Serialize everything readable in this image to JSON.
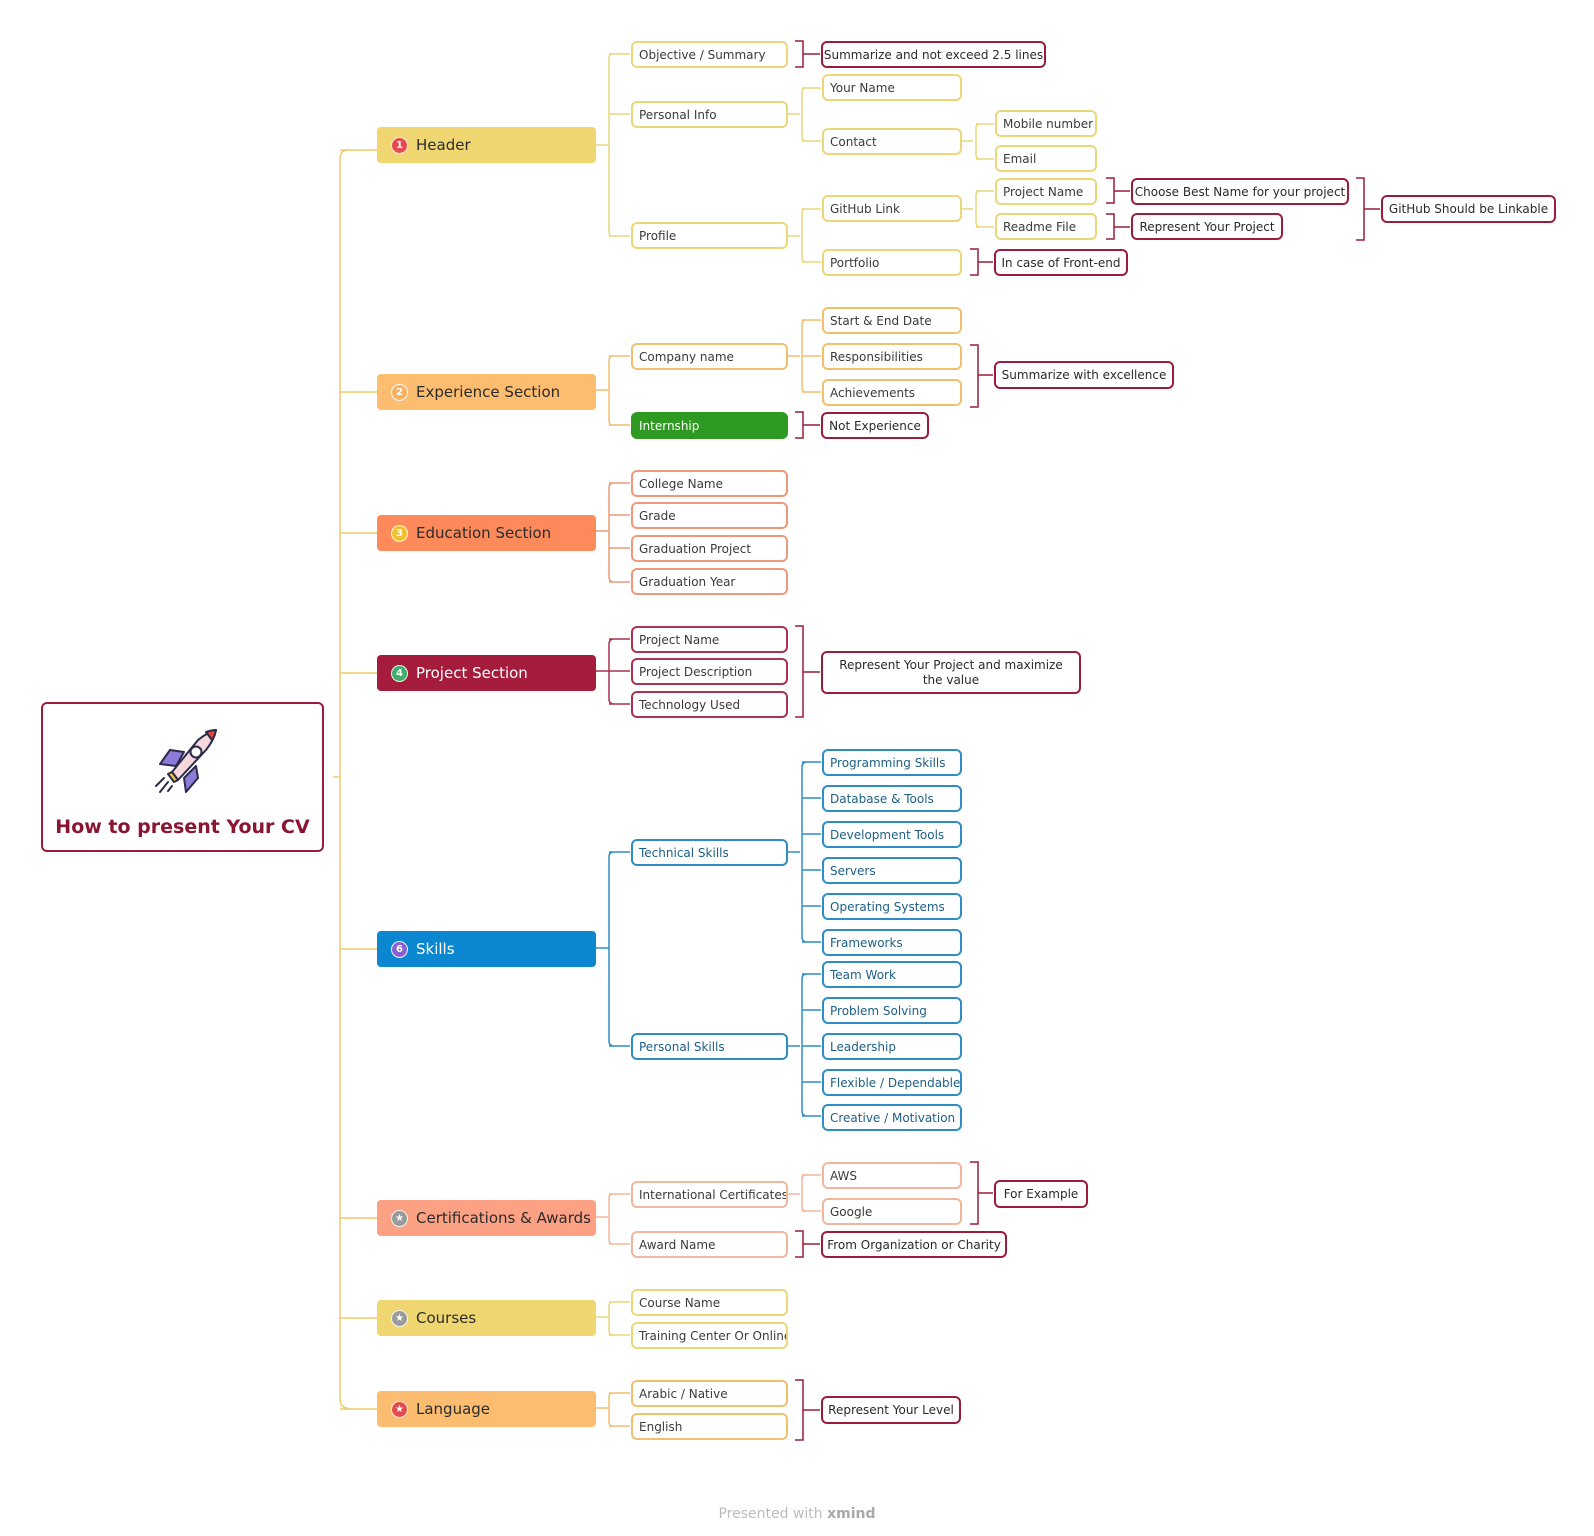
{
  "root": {
    "title": "How to present Your CV",
    "icon": "rocket-icon"
  },
  "branches": {
    "header": {
      "label": "Header",
      "badge": "1",
      "color": "#f0d671"
    },
    "experience": {
      "label": "Experience Section",
      "badge": "2",
      "color": "#fdbd70"
    },
    "education": {
      "label": "Education Section",
      "badge": "3",
      "color": "#fd8a5a"
    },
    "project": {
      "label": "Project Section",
      "badge": "4",
      "color": "#a61c3c"
    },
    "skills": {
      "label": "Skills",
      "badge": "6",
      "color": "#0a87d0"
    },
    "certs": {
      "label": "Certifications & Awards",
      "badge": "★",
      "color": "#fca183"
    },
    "courses": {
      "label": "Courses",
      "badge": "★",
      "color": "#f0d671"
    },
    "language": {
      "label": "Language",
      "badge": "★",
      "color": "#fdbd70"
    }
  },
  "header": {
    "objective": "Objective / Summary",
    "objective_note": "Summarize and not exceed 2.5 lines",
    "personal_info": "Personal Info",
    "your_name": "Your Name",
    "contact": "Contact",
    "mobile": "Mobile number",
    "email": "Email",
    "profile": "Profile",
    "github": "GitHub Link",
    "project_name": "Project Name",
    "readme": "Readme File",
    "project_name_note": "Choose Best Name for your project",
    "readme_note": "Represent Your Project",
    "github_note": "GitHub Should be Linkable",
    "portfolio": "Portfolio",
    "portfolio_note": "In case of Front-end"
  },
  "experience": {
    "company": "Company name",
    "start_end": "Start & End Date",
    "responsibilities": "Responsibilities",
    "achievements": "Achievements",
    "company_note": "Summarize  with excellence",
    "internship": "Internship",
    "internship_note": "Not Experience"
  },
  "education": {
    "items": [
      "College Name",
      "Grade",
      "Graduation Project",
      "Graduation Year"
    ]
  },
  "project": {
    "items": [
      "Project Name",
      "Project Description",
      "Technology Used"
    ],
    "note": "Represent Your Project and maximize the value"
  },
  "skills": {
    "technical": "Technical Skills",
    "technical_items": [
      "Programming Skills",
      "Database & Tools",
      "Development Tools",
      "Servers",
      "Operating Systems",
      "Frameworks"
    ],
    "personal": "Personal Skills",
    "personal_items": [
      "Team Work",
      "Problem Solving",
      "Leadership",
      "Flexible / Dependable",
      "Creative / Motivation"
    ]
  },
  "certs": {
    "international": "International Certificates",
    "aws": "AWS",
    "google": "Google",
    "international_note": "For Example",
    "award": "Award Name",
    "award_note": "From Organization or Charity"
  },
  "courses": {
    "items": [
      "Course Name",
      "Training Center Or Online"
    ]
  },
  "language": {
    "items": [
      "Arabic / Native",
      "English"
    ],
    "note": "Represent Your Level"
  },
  "footer": {
    "prefix": "Presented with ",
    "brand": "xmind"
  }
}
